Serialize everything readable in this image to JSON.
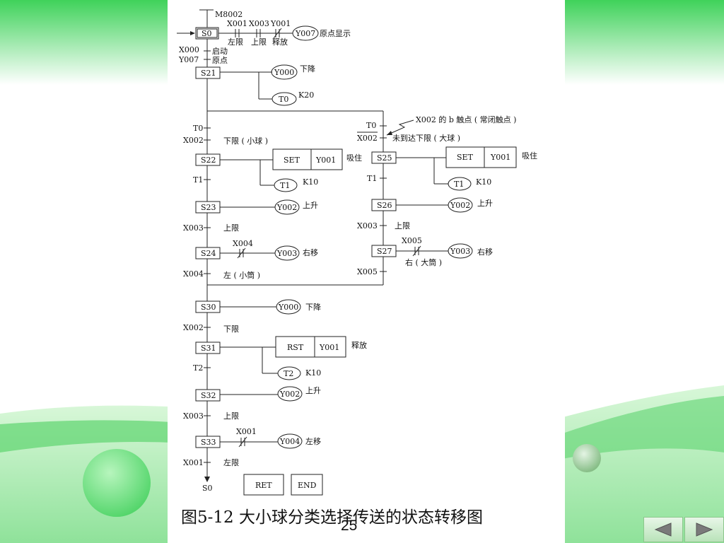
{
  "caption": "图5-12  大小球分类选择传送的状态转移图",
  "page_number": "25",
  "nav": {
    "prev_icon": "triangle-left-icon",
    "next_icon": "triangle-right-icon"
  },
  "colors": {
    "accent_green": "#56d66a",
    "line": "#222222"
  },
  "diagram": {
    "top_label": "M8002",
    "s0": {
      "label": "S0",
      "contacts": [
        "X001",
        "X003",
        "Y001"
      ],
      "contact_notes": [
        "左限",
        "上限",
        "释放"
      ],
      "output": "Y007",
      "output_note": "原点显示"
    },
    "start": {
      "conds": [
        "X000",
        "Y007"
      ],
      "notes": [
        "启动",
        "原点"
      ]
    },
    "s21": {
      "label": "S21",
      "output": "Y000",
      "output_note": "下降",
      "timer": "T0",
      "timer_note": "K20"
    },
    "left_branch": {
      "cond1": "T0",
      "cond2": "X002",
      "cond2_note": "下限 ( 小球 )",
      "s22": {
        "label": "S22",
        "cmd": "SET",
        "out": "Y001",
        "note": "吸住",
        "timer": "T1",
        "timer_note": "K10"
      },
      "t1": "T1",
      "s23": {
        "label": "S23",
        "out": "Y002",
        "note": "上升"
      },
      "x003": "X003",
      "x003_note": "上限",
      "s24": {
        "label": "S24",
        "contact": "X004",
        "out": "Y003",
        "note": "右移"
      },
      "x004": "X004",
      "x004_note": "左 ( 小筒 )"
    },
    "right_branch": {
      "cond1": "T0",
      "cond2": "X002",
      "cond2_note": "未到达下限 ( 大球 )",
      "annotation": "X002 的 b 触点 ( 常闭触点 )",
      "s25": {
        "label": "S25",
        "cmd": "SET",
        "out": "Y001",
        "note": "吸住",
        "timer": "T1",
        "timer_note": "K10"
      },
      "t1": "T1",
      "s26": {
        "label": "S26",
        "out": "Y002",
        "note": "上升"
      },
      "x003": "X003",
      "x003_note": "上限",
      "s27": {
        "label": "S27",
        "contact": "X005",
        "contact_note": "右 ( 大筒 )",
        "out": "Y003",
        "note": "右移"
      },
      "x005": "X005"
    },
    "s30": {
      "label": "S30",
      "out": "Y000",
      "note": "下降"
    },
    "x002b": {
      "cond": "X002",
      "note": "下限"
    },
    "s31": {
      "label": "S31",
      "cmd": "RST",
      "out": "Y001",
      "note": "释放",
      "timer": "T2",
      "timer_note": "K10"
    },
    "t2": "T2",
    "s32": {
      "label": "S32",
      "out": "Y002",
      "note": "上升"
    },
    "x003c": {
      "cond": "X003",
      "note": "上限"
    },
    "s33": {
      "label": "S33",
      "contact": "X001",
      "out": "Y004",
      "note": "左移"
    },
    "x001b": {
      "cond": "X001",
      "note": "左限"
    },
    "return_to": "S0",
    "ret": "RET",
    "end": "END"
  }
}
